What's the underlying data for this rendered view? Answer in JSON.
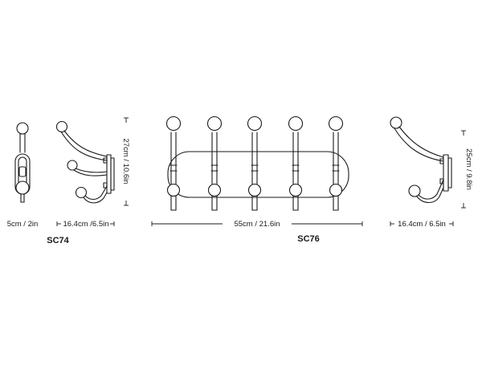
{
  "sc74": {
    "code": "SC74",
    "width_label": "5cm / 2in",
    "depth_label": "16.4cm /6.5in",
    "height_label": "27cm / 10.6in"
  },
  "sc76": {
    "code": "SC76",
    "width_label": "55cm / 21.6in",
    "depth_label": "16.4cm / 6.5in",
    "height_label": "25cm / 9.8in"
  },
  "colors": {
    "ink": "#1a1a1a",
    "background": "#ffffff"
  }
}
